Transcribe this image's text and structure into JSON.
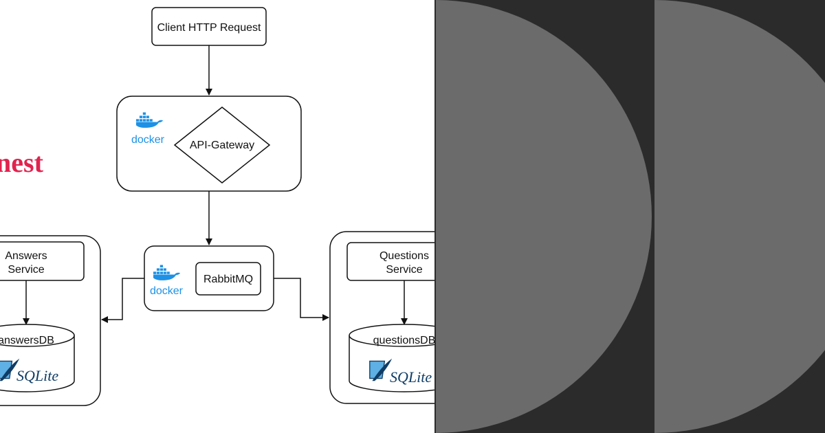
{
  "diagram": {
    "brand_text": "nest",
    "client_label": "Client HTTP Request",
    "gateway_label": "API-Gateway",
    "queue_label": "RabbitMQ",
    "docker_label": "docker",
    "answers_service_line1": "Answers",
    "answers_service_line2": "Service",
    "answers_db_label": "answersDB",
    "questions_service_line1": "Questions",
    "questions_service_line2": "Service",
    "questions_db_label": "questionsDB",
    "sqlite_label": "SQLite",
    "colors": {
      "brand": "#e0234e",
      "docker": "#1d91e6",
      "sqlite_dark": "#0f3d66",
      "sqlite_light": "#5fb0e4",
      "stroke": "#111111"
    }
  },
  "panels": {
    "dark_background": "#2b2b2b",
    "disc_color": "#6b6b6b"
  }
}
